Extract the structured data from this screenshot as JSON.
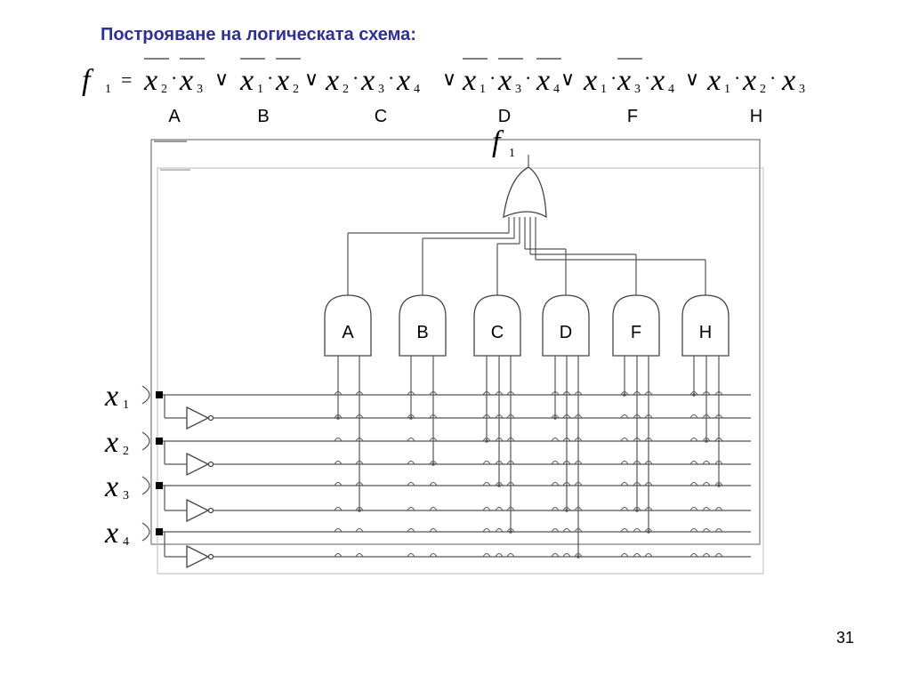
{
  "slide": {
    "title": "Построяване на логическата схема:",
    "page_number": "31"
  },
  "formula": {
    "lhs": {
      "symbol": "f",
      "subscript": "1",
      "equals": "="
    },
    "or_symbol": "∨",
    "and_symbol": "·",
    "terms": [
      {
        "label": "A",
        "factors": [
          {
            "var": "x",
            "sub": "2",
            "neg": true
          },
          {
            "var": "x",
            "sub": "3",
            "neg": true
          }
        ]
      },
      {
        "label": "B",
        "factors": [
          {
            "var": "x",
            "sub": "1",
            "neg": true
          },
          {
            "var": "x",
            "sub": "2",
            "neg": true
          }
        ]
      },
      {
        "label": "C",
        "factors": [
          {
            "var": "x",
            "sub": "2",
            "neg": false
          },
          {
            "var": "x",
            "sub": "3",
            "neg": false
          },
          {
            "var": "x",
            "sub": "4",
            "neg": false
          }
        ]
      },
      {
        "label": "D",
        "factors": [
          {
            "var": "x",
            "sub": "1",
            "neg": true
          },
          {
            "var": "x",
            "sub": "3",
            "neg": true
          },
          {
            "var": "x",
            "sub": "4",
            "neg": true
          }
        ]
      },
      {
        "label": "F",
        "factors": [
          {
            "var": "x",
            "sub": "1",
            "neg": false
          },
          {
            "var": "x",
            "sub": "3",
            "neg": true
          },
          {
            "var": "x",
            "sub": "4",
            "neg": false
          }
        ]
      },
      {
        "label": "H",
        "factors": [
          {
            "var": "x",
            "sub": "1",
            "neg": false
          },
          {
            "var": "x",
            "sub": "2",
            "neg": false
          },
          {
            "var": "x",
            "sub": "3",
            "neg": false
          }
        ]
      }
    ]
  },
  "circuit": {
    "output": {
      "symbol": "f",
      "subscript": "1"
    },
    "inputs": [
      {
        "var": "x",
        "sub": "1"
      },
      {
        "var": "x",
        "sub": "2"
      },
      {
        "var": "x",
        "sub": "3"
      },
      {
        "var": "x",
        "sub": "4"
      }
    ],
    "and_gates": [
      "A",
      "B",
      "C",
      "D",
      "F",
      "H"
    ],
    "or_gate": "OR"
  }
}
